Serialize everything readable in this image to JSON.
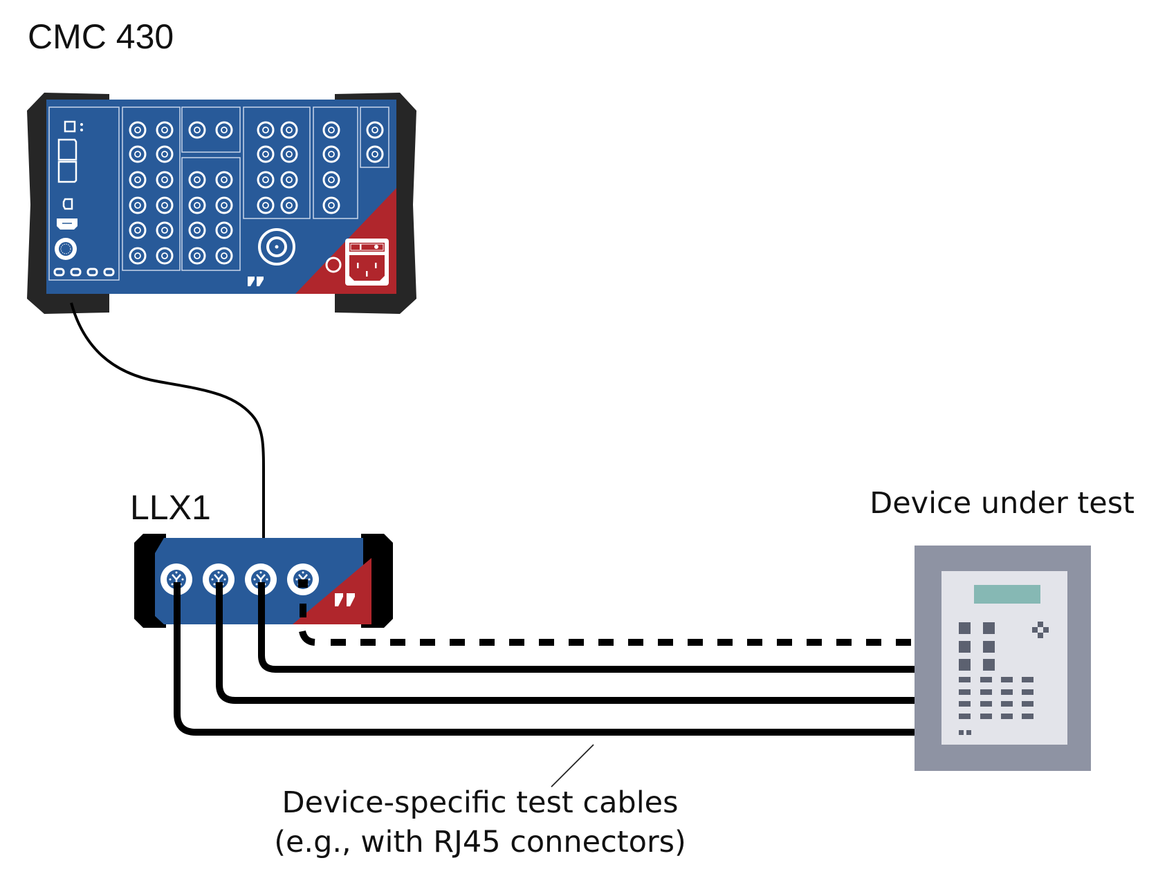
{
  "diagram": {
    "devices": {
      "cmc": {
        "label": "CMC 430"
      },
      "llx": {
        "label": "LLX1"
      },
      "dut": {
        "label": "Device under test"
      }
    },
    "caption": {
      "line1": "Device-specific test cables",
      "line2": "(e.g., with RJ45 connectors)"
    },
    "connections": [
      {
        "from": "CMC 430",
        "to": "LLX1",
        "style": "solid-thin"
      },
      {
        "from": "LLX1 port 1",
        "to": "Device under test",
        "style": "solid"
      },
      {
        "from": "LLX1 port 2",
        "to": "Device under test",
        "style": "solid"
      },
      {
        "from": "LLX1 port 3",
        "to": "Device under test",
        "style": "solid"
      },
      {
        "from": "LLX1 port 4",
        "to": "Device under test",
        "style": "dashed"
      }
    ],
    "colors": {
      "device_blue": "#285a99",
      "device_red": "#b0262c",
      "device_frame": "#262626",
      "dut_frame": "#8e93a3",
      "dut_panel": "#e3e4ea",
      "dut_display": "#86b8b4",
      "dut_keys": "#5c6170",
      "cable": "#000000"
    }
  }
}
